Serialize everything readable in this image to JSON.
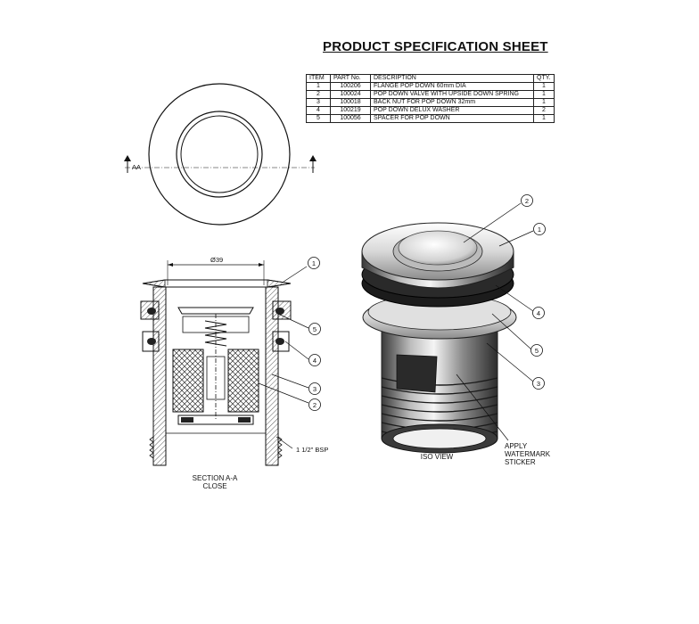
{
  "title": "PRODUCT SPECIFICATION SHEET",
  "bom": {
    "headers": [
      "ITEM",
      "PART No.",
      "DESCRIPTION",
      "QTY."
    ],
    "rows": [
      {
        "item": "1",
        "part": "100206",
        "desc": "FLANGE POP DOWN 60mm DIA",
        "qty": "1"
      },
      {
        "item": "2",
        "part": "100024",
        "desc": "POP DOWN VALVE WITH UPSIDE DOWN SPRING",
        "qty": "1"
      },
      {
        "item": "3",
        "part": "100018",
        "desc": "BACK NUT FOR POP DOWN 32mm",
        "qty": "1"
      },
      {
        "item": "4",
        "part": "100219",
        "desc": "POP DOWN DELUX WASHER",
        "qty": "2"
      },
      {
        "item": "5",
        "part": "100056",
        "desc": "SPACER FOR POP DOWN",
        "qty": "1"
      }
    ]
  },
  "plan_view": {
    "section_marker": "AA"
  },
  "section_view": {
    "dimension": "Ø39",
    "thread_label": "1 1/2\" BSP",
    "caption_line1": "SECTION A-A",
    "caption_line2": "CLOSE",
    "balloons": [
      "1",
      "5",
      "4",
      "3",
      "2"
    ]
  },
  "iso_view": {
    "caption": "ISO VIEW",
    "note_line1": "APPLY",
    "note_line2": "WATERMARK",
    "note_line3": "STICKER",
    "balloons": [
      "2",
      "1",
      "4",
      "5",
      "3"
    ]
  }
}
